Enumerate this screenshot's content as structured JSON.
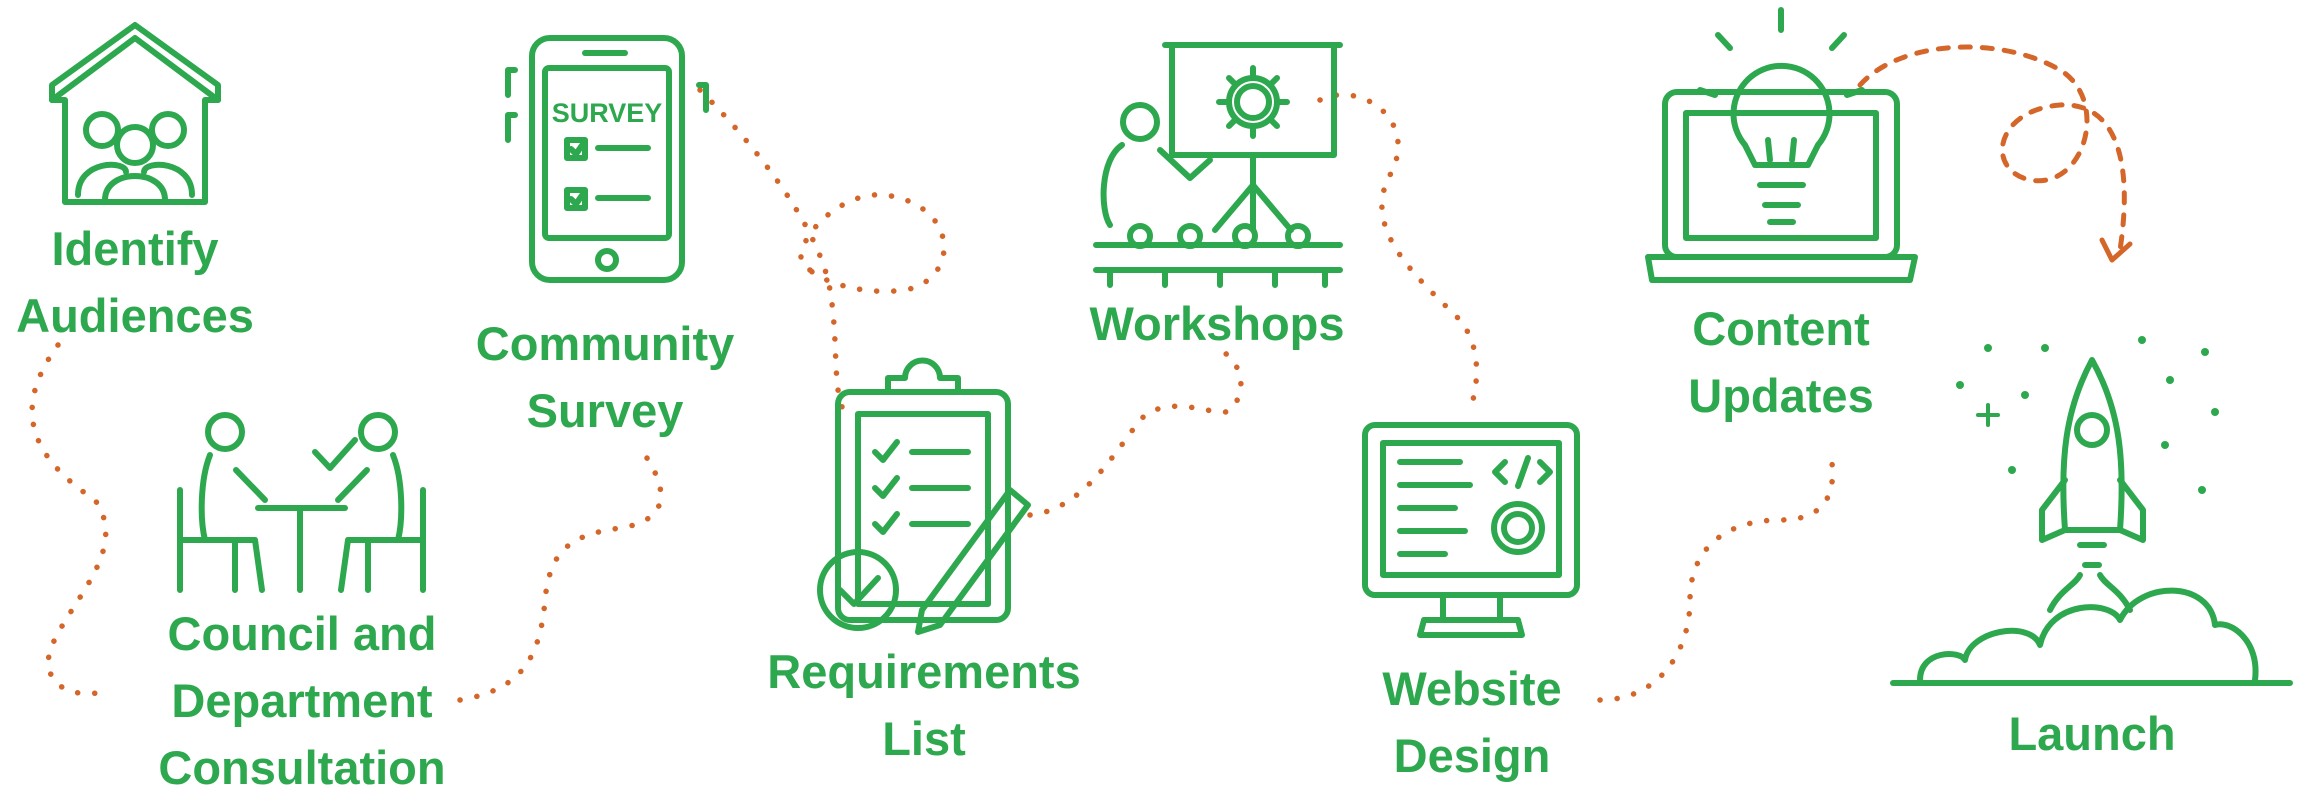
{
  "colors": {
    "accent": "#2ea84f",
    "path": "#d4662a"
  },
  "steps": [
    {
      "icon": "house-people-icon",
      "line1": "Identify",
      "line2": "Audiences",
      "line3": ""
    },
    {
      "icon": "meeting-table-icon",
      "line1": "Council and",
      "line2": "Department",
      "line3": "Consultation"
    },
    {
      "icon": "survey-phone-icon",
      "line1": "Community",
      "line2": "Survey",
      "line3": ""
    },
    {
      "icon": "clipboard-checklist-icon",
      "line1": "Requirements",
      "line2": "List",
      "line3": ""
    },
    {
      "icon": "presentation-gear-icon",
      "line1": "Workshops",
      "line2": "",
      "line3": ""
    },
    {
      "icon": "code-monitor-icon",
      "line1": "Website",
      "line2": "Design",
      "line3": ""
    },
    {
      "icon": "laptop-lightbulb-icon",
      "line1": "Content",
      "line2": "Updates",
      "line3": ""
    },
    {
      "icon": "rocket-icon",
      "line1": "Launch",
      "line2": "",
      "line3": ""
    }
  ],
  "icons": {
    "survey_text": "SURVEY"
  }
}
